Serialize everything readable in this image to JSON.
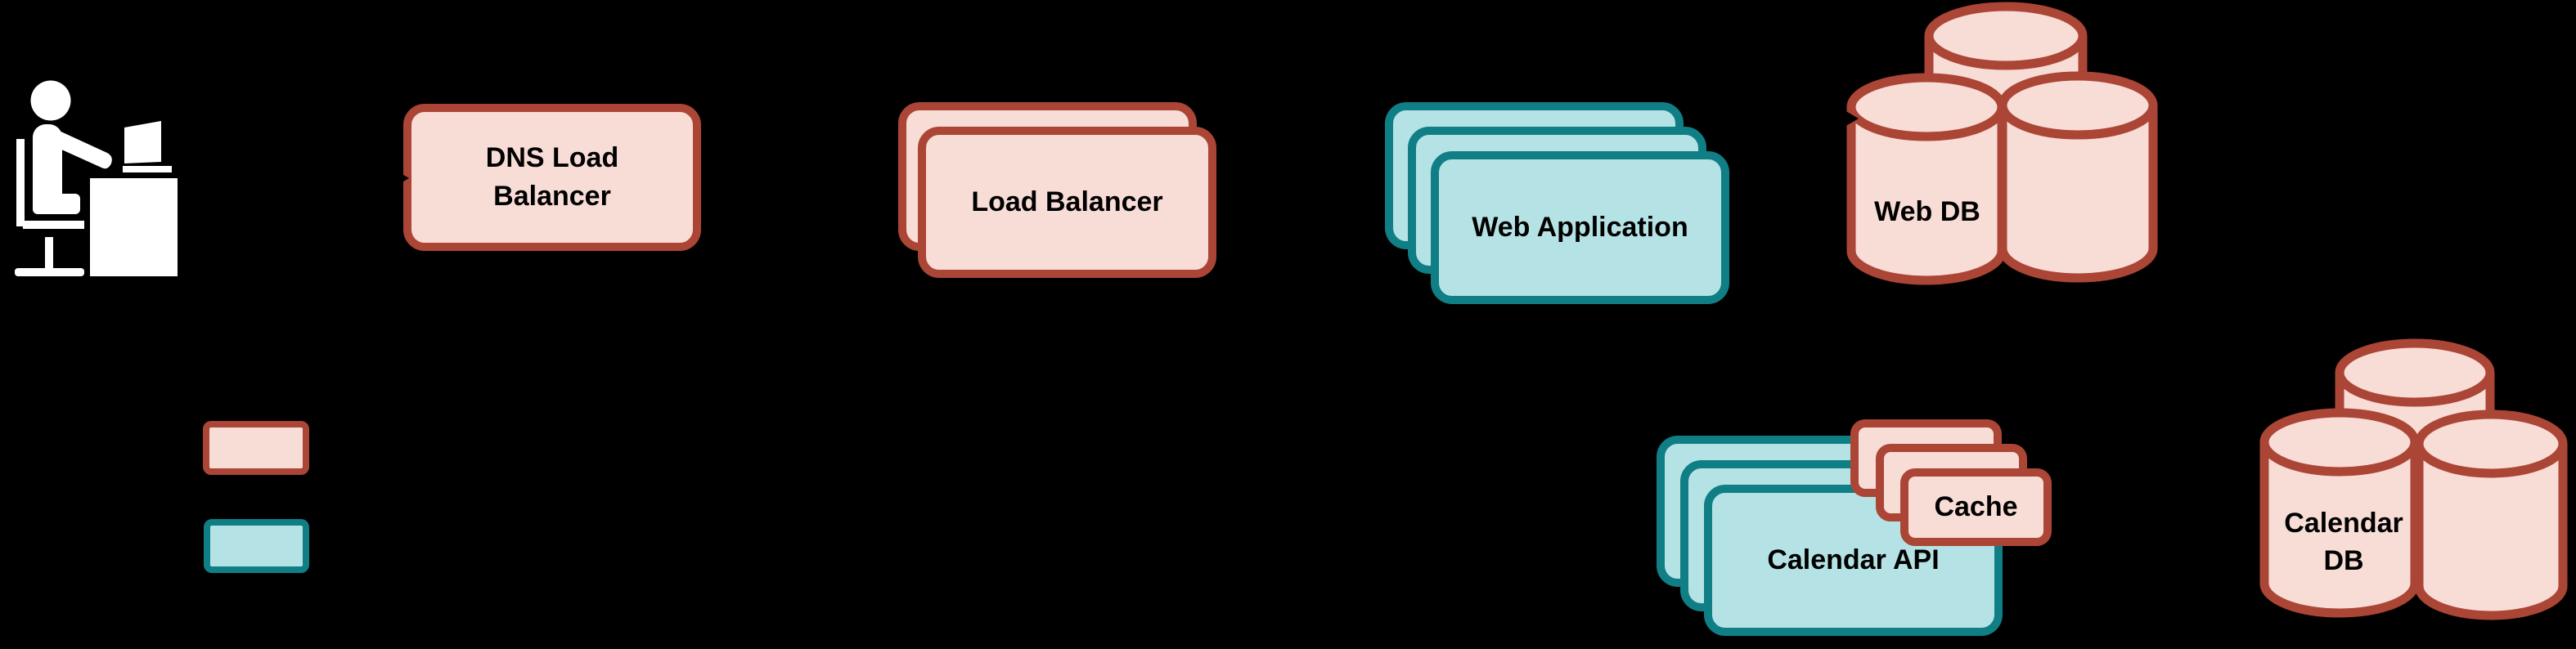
{
  "diagram": {
    "type": "system-architecture-diagram",
    "background_color": "#000000",
    "palette": {
      "pink_fill": "#f8dcd6",
      "pink_stroke": "#ab4536",
      "teal_fill": "#b5e3e5",
      "teal_stroke": "#107e85",
      "label_color": "#000000",
      "user_icon_color": "#ffffff"
    },
    "nodes": {
      "user": {
        "icon": "user-at-computer-icon"
      },
      "dns_load_balancer": {
        "label": "DNS Load Balancer",
        "shape": "rounded-box",
        "color": "pink",
        "stack_count": 1
      },
      "load_balancer": {
        "label": "Load Balancer",
        "shape": "rounded-box",
        "color": "pink",
        "stack_count": 2
      },
      "web_application": {
        "label": "Web Application",
        "shape": "rounded-box",
        "color": "teal",
        "stack_count": 3
      },
      "web_db": {
        "label": "Web DB",
        "shape": "database-cylinders",
        "color": "pink",
        "cylinder_count": 3
      },
      "calendar_api": {
        "label": "Calendar API",
        "shape": "rounded-box",
        "color": "teal",
        "stack_count": 3
      },
      "cache": {
        "label": "Cache",
        "shape": "rounded-box",
        "color": "pink",
        "stack_count": 3
      },
      "calendar_db": {
        "label": "Calendar DB",
        "shape": "database-cylinders",
        "color": "pink",
        "cylinder_count": 3
      }
    },
    "legend": {
      "items": [
        {
          "name": "pink-swatch",
          "fill": "#f8dcd6",
          "stroke": "#ab4536"
        },
        {
          "name": "teal-swatch",
          "fill": "#b5e3e5",
          "stroke": "#107e85"
        }
      ]
    }
  }
}
